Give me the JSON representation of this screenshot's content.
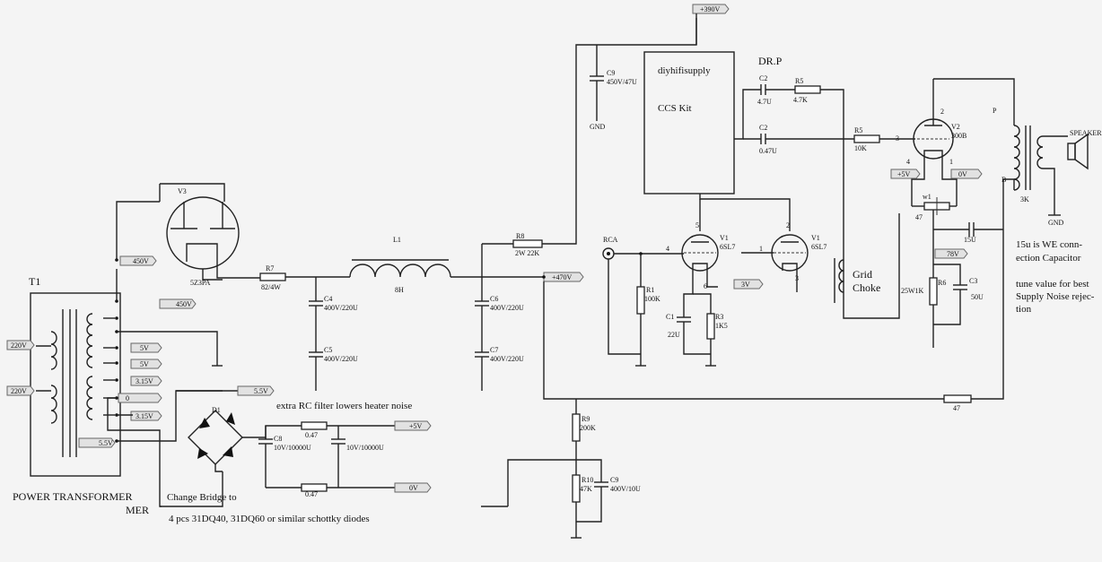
{
  "labels": {
    "t1": "T1",
    "power_transformer": "POWER   TRANSFORMER",
    "mer": "MER",
    "v3": "V3",
    "v3_type": "5Z3PA",
    "r7": "R7",
    "r7_val": "82/4W",
    "c4": "C4",
    "c4_val": "400V/220U",
    "c5": "C5",
    "c5_val": "400V/220U",
    "l1": "L1",
    "l1_val": "8H",
    "r8": "R8",
    "r8_val": "2W 22K",
    "c6": "C6",
    "c6_val": "400V/220U",
    "c7": "C7",
    "c7_val": "400V/220U",
    "c9_top": "C9",
    "c9_top_val": "450V/47U",
    "gnd_label": "GND",
    "ccs_name": "diyhifisupply",
    "ccs_kit": "CCS Kit",
    "drp": "DR.P",
    "c2a": "C2",
    "c2a_val": "4.7U",
    "r5a": "R5",
    "r5a_val": "4.7K",
    "c2b": "C2",
    "c2b_val": "0.47U",
    "r5b": "R5",
    "r5b_val": "10K",
    "v2": "V2",
    "v2_type": "300B",
    "p_label": "P",
    "b_label": "B",
    "speaker": "SPEAKER",
    "ohm3k": "3K",
    "rca": "RCA",
    "v1a": "V1",
    "v1a_type": "6SL7",
    "v1b": "V1",
    "v1b_type": "6SL7",
    "r1": "R1",
    "r1_val": "100K",
    "c1": "C1",
    "c1_val": "22U",
    "r3": "R3",
    "r3_val": "1K5",
    "grid_choke_1": "Grid",
    "grid_choke_2": "Choke",
    "w1": "w1",
    "w1_val": "47",
    "c15": "15U",
    "r6": "R6",
    "r6_val": "25W1K",
    "c3": "C3",
    "c3_val": "50U",
    "r47": "47",
    "note_15u_1": "15u is WE conn-",
    "note_15u_2": "ection Capacitor",
    "note_tune_1": "tune value for best",
    "note_tune_2": "Supply Noise rejec-",
    "note_tune_3": "tion",
    "d1": "D1",
    "c8": "C8",
    "c8_val": "10V/10000U",
    "c8b_val": "10V/10000U",
    "r047a": "0.47",
    "r047b": "0.47",
    "rc_note": "extra RC filter lowers heater noise",
    "bridge_note_1": "Change Bridge to",
    "bridge_note_2": "4 pcs 31DQ40, 31DQ60 or similar schottky diodes",
    "r9": "R9",
    "r9_val": "200K",
    "r10": "R10",
    "r10_val": "47K",
    "c9b": "C9",
    "c9b_val": "400V/10U",
    "pin2": "2",
    "pin3": "3",
    "pin4": "4",
    "pin1": "1",
    "pin5": "5",
    "pin6": "6",
    "pin4b": "4",
    "pin2b": "2",
    "pin1b": "1",
    "pin3b": "3"
  },
  "flags": {
    "v390": "+390V",
    "v470": "+470V",
    "v450a": "450V",
    "v450b": "450V",
    "v220a": "220V",
    "v220b": "220V",
    "v5a": "5V",
    "v5b": "5V",
    "v315a": "3.15V",
    "v0": "0",
    "v315b": "3.15V",
    "v55a": "5.5V",
    "v55b": "5.5V",
    "vplus5": "+5V",
    "v0v": "0V",
    "vplus5b": "+5V",
    "v0vb": "0V",
    "v3v": "3V",
    "v78": "78V"
  }
}
